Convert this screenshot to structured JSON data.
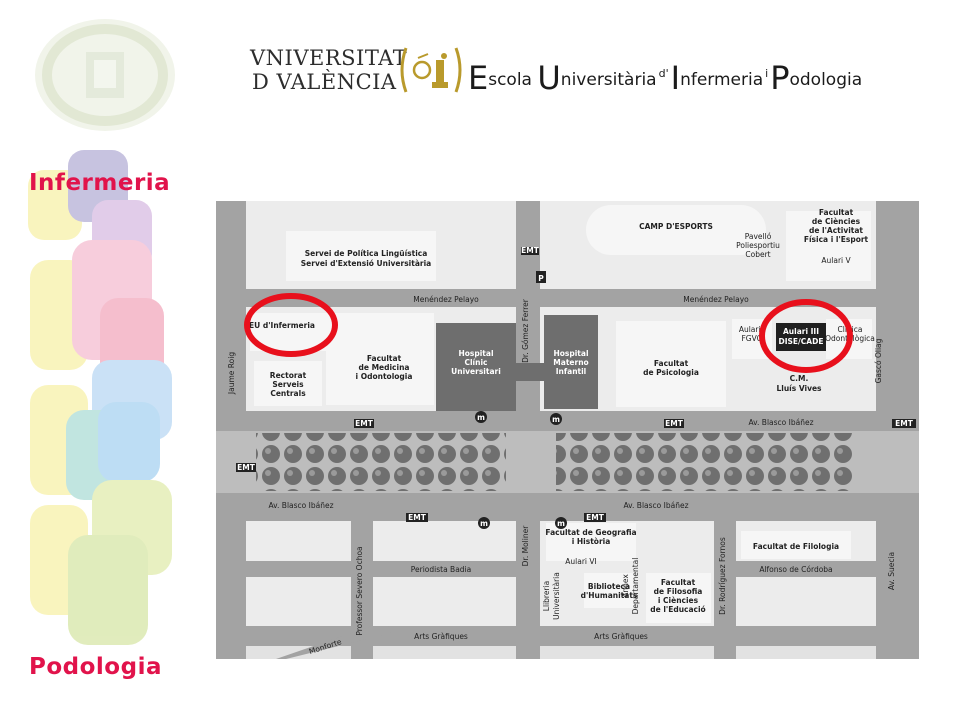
{
  "sidebar": {
    "label_top": "Infermeria",
    "label_bottom": "Podologia",
    "label_color": "#e1134b"
  },
  "header": {
    "university_line1": "VNIVERSITAT",
    "university_line2": "D VALÈNCIA",
    "school": {
      "word1_initial": "E",
      "word1_rest": "scola",
      "word2_initial": "U",
      "word2_rest": "niversitària",
      "connector1": "d'",
      "word3_initial": "I",
      "word3_rest": "nfermeria",
      "connector2": "i",
      "word4_initial": "P",
      "word4_rest": "odologia"
    }
  },
  "map": {
    "highlight_color": "#e8101c",
    "labels": {
      "camp_esports": "CAMP D'ESPORTS",
      "facultat_activitat_1": "Facultat",
      "facultat_activitat_2": "de Ciències",
      "facultat_activitat_3": "de l'Activitat",
      "facultat_activitat_4": "Física i l'Esport",
      "aulari_v": "Aulari V",
      "pavello_1": "Pavelló",
      "pavello_2": "Poliesportiu",
      "pavello_3": "Cobert",
      "servei_1": "Servei de Política Lingüística",
      "servei_2": "Servei d'Extensió Universitària",
      "menendez_left": "Menéndez Pelayo",
      "menendez_right": "Menéndez Pelayo",
      "eu_infermeria": "EU d'Infermeria",
      "facultat_medicina_1": "Facultat",
      "facultat_medicina_2": "de Medicina",
      "facultat_medicina_3": "i Odontologia",
      "rectorat_1": "Rectorat",
      "rectorat_2": "Serveis",
      "rectorat_3": "Centrals",
      "jaume_roig": "Jaume Roig",
      "hospital_clinic_1": "Hospital",
      "hospital_clinic_2": "Clínic",
      "hospital_clinic_3": "Universitari",
      "gomez_ferrer": "Dr. Gómez Ferrer",
      "hospital_materno_1": "Hospital",
      "hospital_materno_2": "Materno",
      "hospital_materno_3": "Infantil",
      "facultat_psicologia_1": "Facultat",
      "facultat_psicologia_2": "de Psicologia",
      "aulari_i_1": "Aulari I",
      "aulari_i_2": "FGVO",
      "aulari_iii_1": "Aulari III",
      "aulari_iii_2": "DISE/CADE",
      "clinica_1": "Clínica",
      "clinica_2": "Odontològica",
      "gascó_oliag": "Gascó Oliag",
      "cm_1": "C.M.",
      "cm_2": "Lluís Vives",
      "blasco_right": "Av. Blasco Ibáñez",
      "blasco_left": "Av. Blasco Ibáñez",
      "blasco_center": "Av. Blasco Ibáñez",
      "geografia_1": "Facultat de Geografia",
      "geografia_2": "i Història",
      "aulari_vi": "Aulari VI",
      "filologia": "Facultat de Filologia",
      "periodista_badia": "Periodista Badia",
      "dr_moliner": "Dr. Moliner",
      "llibreria_1": "Llibreria",
      "llibreria_2": "Universitària",
      "biblioteca_1": "Biblioteca",
      "biblioteca_2": "d'Humanitats",
      "annex_1": "Annex",
      "annex_2": "Departamental",
      "filosofia_1": "Facultat",
      "filosofia_2": "de Filosofia",
      "filosofia_3": "i Ciències",
      "filosofia_4": "de l'Educació",
      "rodriguez_fornos": "Dr. Rodríguez Fornos",
      "alfonso_cordoba": "Alfonso de Córdoba",
      "suecia": "Av. Suecia",
      "severo_ochoa": "Professor Severo Ochoa",
      "monforte": "Monforte",
      "arts_grafiques_left": "Arts Gràfiques",
      "arts_grafiques_right": "Arts Gràfiques",
      "emt": "EMT",
      "parking": "P",
      "metro": "m"
    }
  }
}
